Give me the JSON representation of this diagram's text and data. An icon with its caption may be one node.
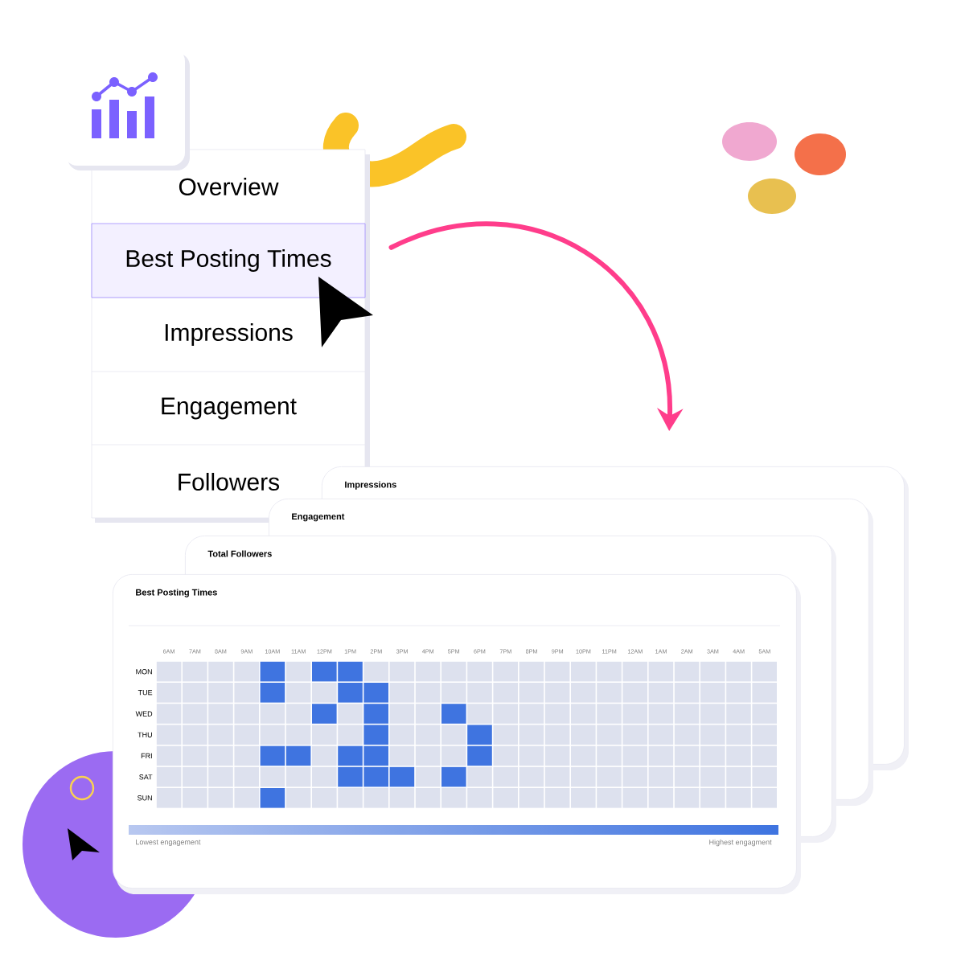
{
  "diagram": {
    "nodes": [
      {
        "text": [
          "Overview"
        ]
      },
      {
        "text": [
          "Best Posting Times"
        ]
      },
      {
        "text": [
          "Impressions"
        ]
      },
      {
        "text": [
          "Engagement"
        ]
      },
      {
        "text": [
          "Followers"
        ]
      },
      {
        "text": [
          "Impressions"
        ]
      },
      {
        "text": [
          "Engagement"
        ]
      },
      {
        "text": [
          "Total Followers"
        ]
      },
      {
        "text": [
          "Best Posting Times"
        ]
      }
    ],
    "edges": [
      {
        "from": 1,
        "to": 5,
        "arrow": "to",
        "color": "#ff3d8b"
      }
    ],
    "labels": [
      "6AM",
      "7AM",
      "8AM",
      "9AM",
      "10AM",
      "11AM",
      "12PM",
      "1PM",
      "2PM",
      "3PM",
      "4PM",
      "5PM",
      "6PM",
      "7PM",
      "8PM",
      "9PM",
      "10PM",
      "11PM",
      "12AM",
      "1AM",
      "2AM",
      "3AM",
      "4AM",
      "5AM",
      "MON",
      "TUE",
      "WED",
      "THU",
      "FRI",
      "SAT",
      "SUN",
      "Lowest engagement",
      "Highest engagment"
    ]
  }
}
